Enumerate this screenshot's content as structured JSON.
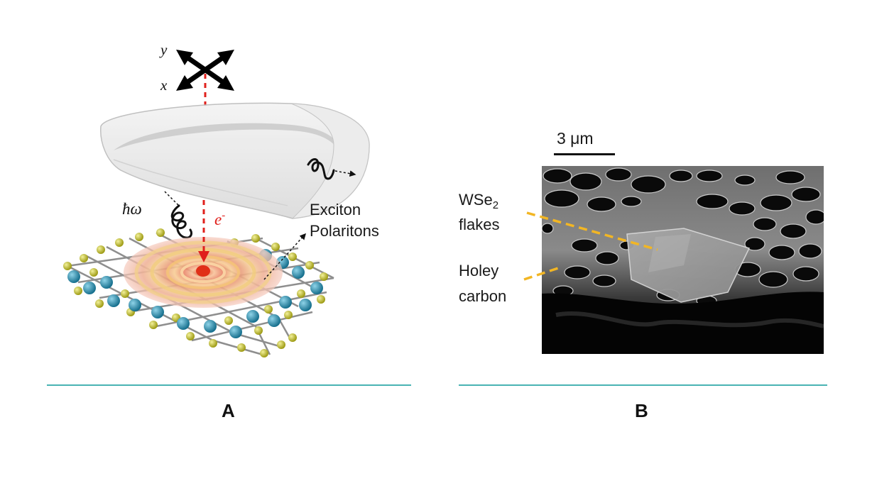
{
  "panel_a": {
    "letter": "A",
    "axis_y": "y",
    "axis_x": "x",
    "photon_label": "ħω",
    "electron_label": "e",
    "electron_sup": "-",
    "exciton_line1": "Exciton",
    "exciton_line2": "Polaritons"
  },
  "panel_b": {
    "letter": "B",
    "scale_bar": "3 μm",
    "flakes_line1_main": "WSe",
    "flakes_line1_sub": "2",
    "flakes_line2": "flakes",
    "carbon_line1": "Holey",
    "carbon_line2": "carbon"
  },
  "colors": {
    "divider": "#49b3b3",
    "electron_beam": "#e0201c",
    "annotation": "#f2b624",
    "atom_w": "#2b8fb0",
    "atom_se": "#c8c62b"
  }
}
